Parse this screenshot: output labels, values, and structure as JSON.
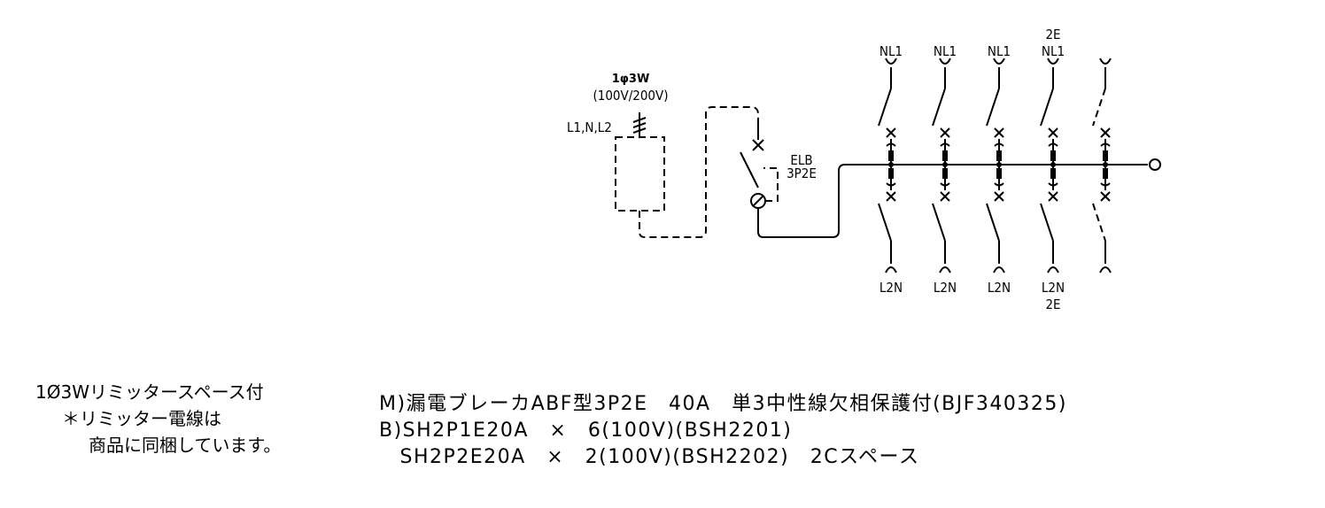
{
  "supply": {
    "system": "1φ3W",
    "voltage": "(100V/200V)",
    "lines": "L1,N,L2"
  },
  "main_breaker": {
    "type": "ELB",
    "poles": "3P2E"
  },
  "branches_top": [
    "NL1",
    "NL1",
    "NL1",
    "NL1",
    ""
  ],
  "branches_top_extra": "2E",
  "branches_bottom": [
    "L2N",
    "L2N",
    "L2N",
    "L2N",
    ""
  ],
  "branches_bottom_extra": "2E",
  "notes_left": {
    "line1": "1Ø3Wリミッタースペース付",
    "line2": "＊リミッター電線は",
    "line3": "商品に同梱しています。"
  },
  "spec": {
    "line_m": "M)漏電ブレーカABF型3P2E　40A　単3中性線欠相保護付(BJF340325)",
    "line_b1": "B)SH2P1E20A　×　6(100V)(BSH2201)",
    "line_b2": "　SH2P2E20A　×　2(100V)(BSH2202)　2Cスペース"
  }
}
